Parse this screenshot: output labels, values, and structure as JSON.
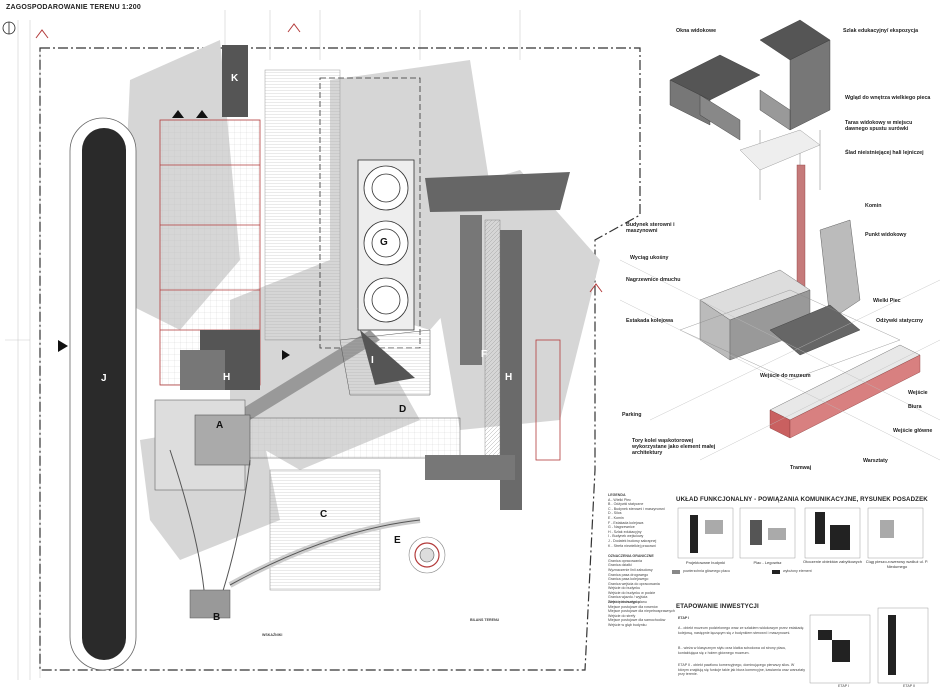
{
  "site_plan": {
    "title": "ZAGOSPODAROWANIE TERENU  1:200",
    "zone_letters": [
      "A",
      "B",
      "C",
      "D",
      "E",
      "F",
      "G",
      "H",
      "H",
      "I",
      "J",
      "K"
    ],
    "legend_title": "LEGENDA",
    "legend_items": [
      "A - Wielki Piec",
      "B - Odżywki statyczne",
      "C - Budynek sterowni i maszynowni",
      "D - Silos",
      "E - Komin",
      "F - Estakada kolejowa",
      "G - Nagrzewnice",
      "H - Szlak edukacyjny",
      "I - Budynek wejściowy",
      "J - Dodatek budowy sakrapnej",
      "K - Strefa niewielkiej pracowni"
    ],
    "legend2_title": "OZNACZENIA GRANICZNE",
    "legend2_items": [
      "Granica opracowania",
      "Granica działki",
      "Wyznaczenie linii zabudowy",
      "Granica pasa drogowego",
      "Granica pasa kolejowego",
      "Granica wejścia do opracowania",
      "Wejście do budynku",
      "Wejście do budynku w podzie",
      "Granica wjazdu / wyjścia",
      "Zieleń pierwszego planu"
    ],
    "stats_title": "WSKAŹNIKI",
    "stats_title2": "BILANS TERENU",
    "bottom_labels": [
      "Wejście do budynku",
      "Miejsce postojowe dla rowerów",
      "Miejsce postojowe dla niepełnosprawnych",
      "Wejście do strefy",
      "Miejsce postojowe dla samochodów",
      "Wejście w głąb budynku"
    ]
  },
  "axonometric": {
    "labels": [
      "Okna widokowe",
      "Szlak edukacyjny/ ekspozycja",
      "Wgląd do wnętrza wielkiego pieca",
      "Taras widokowy w miejscu dawnego spustu surówki",
      "Ślad nieistniejącej hali lejniczej",
      "Komin",
      "Budynek sterowni i maszynowni",
      "Punkt widokowy",
      "Wyciąg ukośny",
      "Nagrzewnice dmuchu",
      "Wielki Piec",
      "Estakada kolejowa",
      "Odżywki statyczny",
      "Wejście do muzeum",
      "Parking",
      "Wejście",
      "Biura",
      "Tory kolei wąskotorowej wykorzystane jako element małej architektury",
      "Wejście główne",
      "Warsztaty",
      "Tramwaj"
    ]
  },
  "functional": {
    "title": "UKŁAD FUNKCJONALNY - POWIĄZANIA KOMUNIKACYJNE, RYSUNEK POSADZEK",
    "panels": [
      "Projektowane budynki",
      "Plac - Legowisz",
      "Otoczenie obiektów zabytkowych",
      "Ciąg pieszo-rowerowy wzdłuż ul. P. Niedumego"
    ],
    "legend": [
      "powierzchnia głównego placu",
      "wyłożony element"
    ]
  },
  "phasing": {
    "title": "ETAPOWANIE INWESTYCJI",
    "stage_label": "ETAP I",
    "stage_a": "A - obiekt muzeum podzielonego wraz ze szlakiem widokowym przez estakadę kolejową, następnie łączącym się z budynkiem sterowni i maszynowni.",
    "stage_b": "B - wieża w klasycznym stylu oraz klatka schodowa od strony placu, kontaktująca się z holem głównego muzeum.",
    "stage_2": "ETAP II - obiekt pawilonu komercyjnego, dominującego pierwszy silos. W którym znajdują się funkcje takie jak biura komercyjne, kawiarnia oraz warsztaty przy terenie.",
    "map_labels": [
      "ETAP I",
      "ETAP II"
    ]
  },
  "colors": {
    "accent_red": "#b33b3b",
    "dark_fill": "#555555",
    "mid_fill": "#8a8a8a",
    "shadow": "#c8c8c8",
    "black_track": "#2a2a2a"
  },
  "icons": [
    "north-arrow-icon",
    "eye-icon",
    "people-icon",
    "tram-icon",
    "bike-icon",
    "tools-icon",
    "parking-icon",
    "building-icon"
  ]
}
